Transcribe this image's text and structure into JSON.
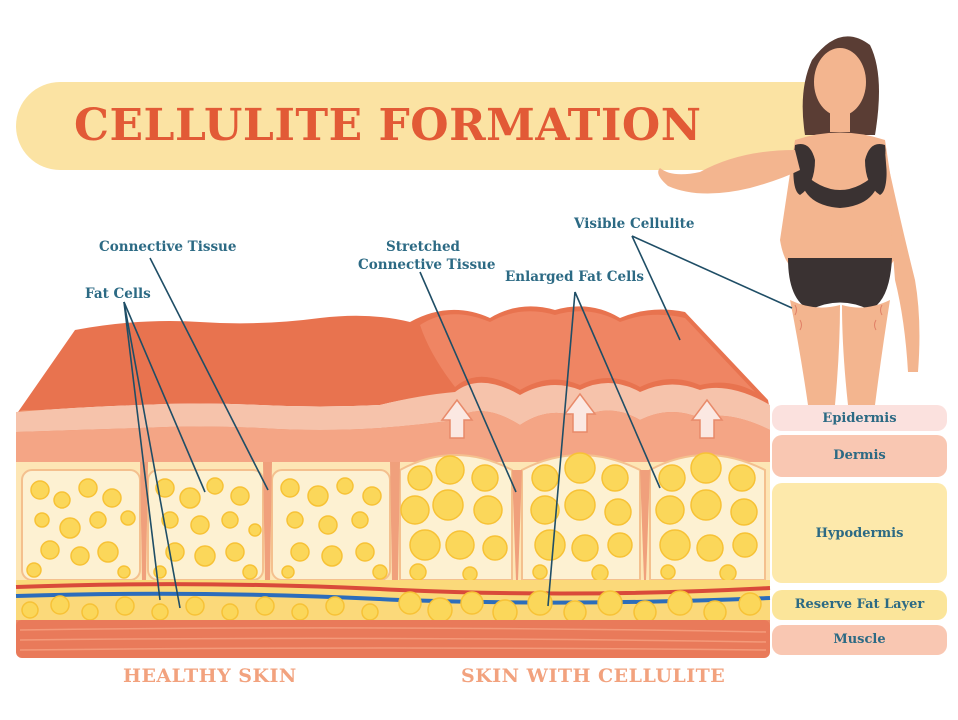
{
  "title": "CELLULITE FORMATION",
  "labels": {
    "connective_tissue": "Connective Tissue",
    "fat_cells": "Fat Cells",
    "stretched_line1": "Stretched",
    "stretched_line2": "Connective Tissue",
    "enlarged_fat_cells": "Enlarged Fat Cells",
    "visible_cellulite": "Visible Cellulite"
  },
  "layers": [
    "Epidermis",
    "Dermis",
    "Hypodermis",
    "Reserve Fat Layer",
    "Muscle"
  ],
  "bottom": {
    "healthy": "HEALTHY SKIN",
    "cellulite": "SKIN WITH CELLULITE"
  },
  "colors": {
    "title": "#e25a36",
    "banner": "#fbe3a3",
    "label": "#2c6a84",
    "bottom_label": "#f2a27e",
    "epidermis_band": "#fbe1de",
    "dermis_band": "#f9c7b2",
    "hypodermis_band": "#fde9ab",
    "reserve_band": "#fbe59a",
    "muscle_band": "#f9c7b2"
  }
}
